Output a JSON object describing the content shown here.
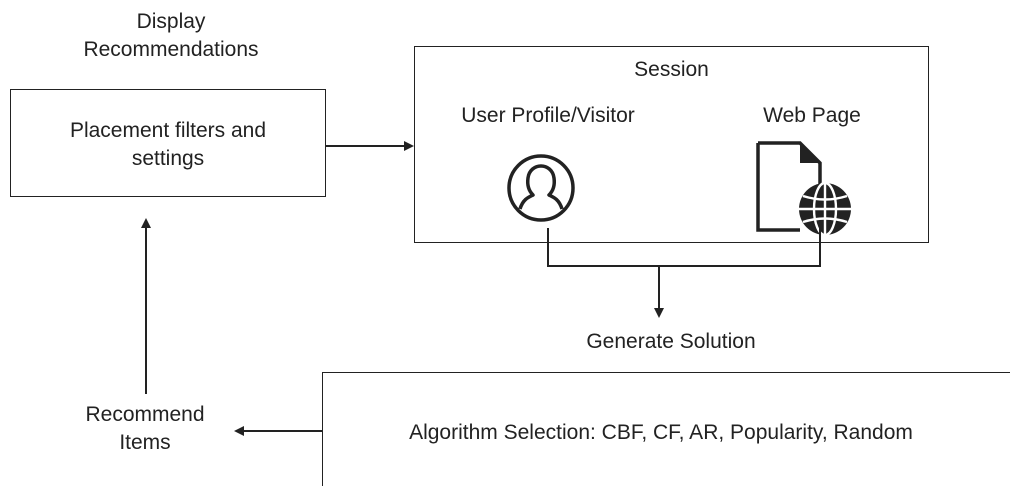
{
  "diagram": {
    "display_label": "Display\nRecommendations",
    "placement_box_text": "Placement filters and\nsettings",
    "session": {
      "title": "Session",
      "user_label": "User Profile/Visitor",
      "webpage_label": "Web Page"
    },
    "generate_label": "Generate Solution",
    "algorithm_text": "Algorithm Selection: CBF, CF, AR, Popularity, Random",
    "recommend_label": "Recommend\nItems"
  },
  "colors": {
    "stroke": "#222222",
    "background": "#ffffff"
  },
  "icons": [
    "user-circle-icon",
    "web-page-icon",
    "globe-icon"
  ]
}
